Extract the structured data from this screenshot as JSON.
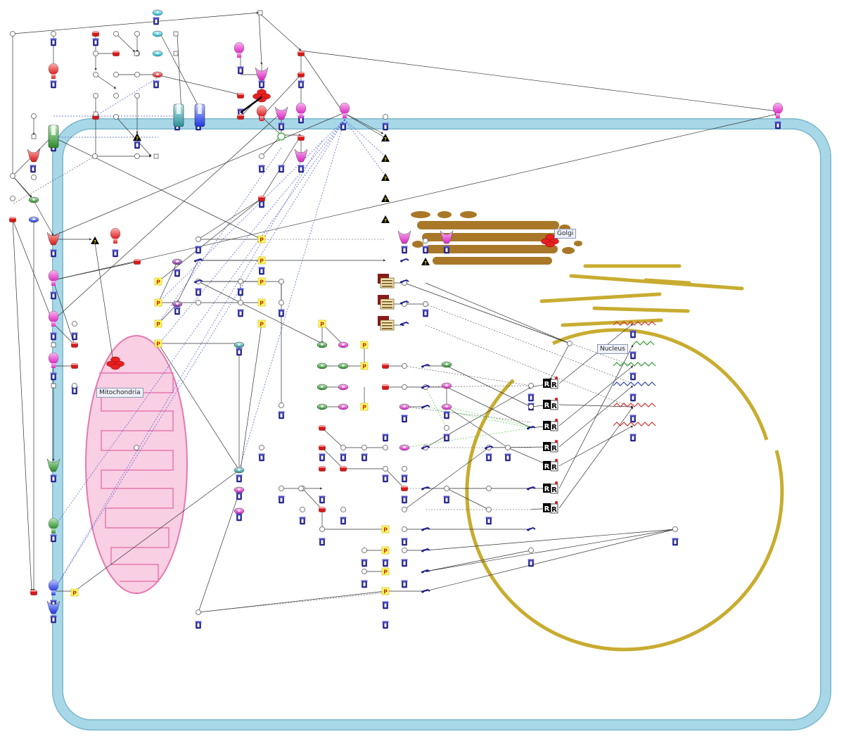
{
  "labels": {
    "golgi": "Golgi",
    "nucleus": "Nucleus",
    "mitochondria": "Mitochondria"
  },
  "glyphs": {
    "phospho": "P",
    "receptor": "R",
    "unknown": "?"
  },
  "colors": {
    "cell_membrane": "#a8d8e8",
    "cell_membrane_edge": "#7bb8cc",
    "mitochondria_fill": "#f9cfe3",
    "mitochondria_edge": "#e678b0",
    "golgi": "#a87828",
    "nucleus": "#c8ac30",
    "edge": "#333333",
    "edge_dotted_blue": "#4455cc",
    "edge_dotted_green": "#55cc55",
    "gene_blue": "#3344aa",
    "gene_green": "#339933",
    "gene_red": "#cc3333"
  }
}
